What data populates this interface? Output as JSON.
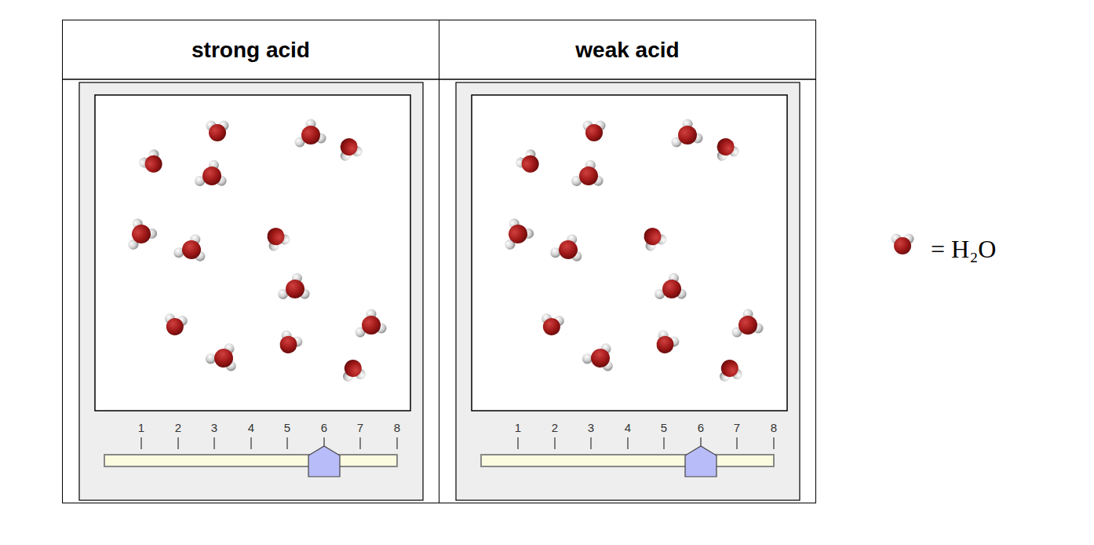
{
  "diagram": {
    "nodes": [
      {
        "text": [
          "strong acid"
        ]
      },
      {
        "text": [
          "weak acid"
        ]
      }
    ],
    "labels": [
      "1",
      "2",
      "3",
      "4",
      "5",
      "6",
      "7",
      "8",
      "1",
      "2",
      "3",
      "4",
      "5",
      "6",
      "7",
      "8"
    ],
    "legend": [
      {
        "text": "= H₂O"
      }
    ]
  }
}
